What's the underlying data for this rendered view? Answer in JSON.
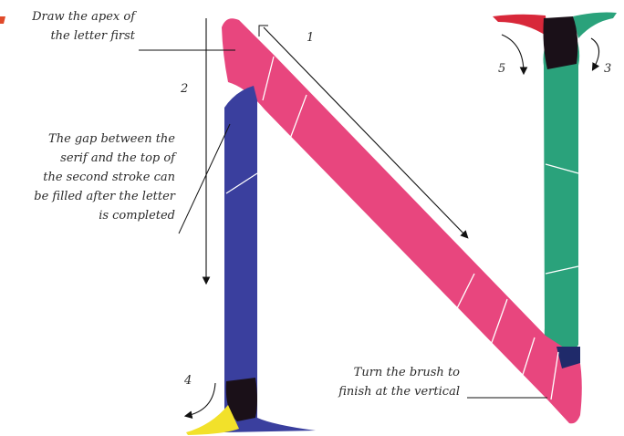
{
  "diagram": {
    "annotations": {
      "apex": [
        "Draw the apex of",
        "the letter first"
      ],
      "gap": [
        "The gap between the",
        "serif and the top of",
        "the second stroke can",
        "be filled after the letter",
        "is completed"
      ],
      "turn": [
        "Turn the brush to",
        "finish at the vertical"
      ]
    },
    "stroke_numbers": {
      "s1": "1",
      "s2": "2",
      "s3": "3",
      "s4": "4",
      "s5": "5"
    },
    "stroke_colors": {
      "diagonal": "#e8467e",
      "left_vertical": "#3a3f9e",
      "right_vertical": "#2aa27b",
      "right_serif": "#d8283a",
      "foot_serif": "#f2e12a",
      "overlap": "#1a1018"
    }
  }
}
